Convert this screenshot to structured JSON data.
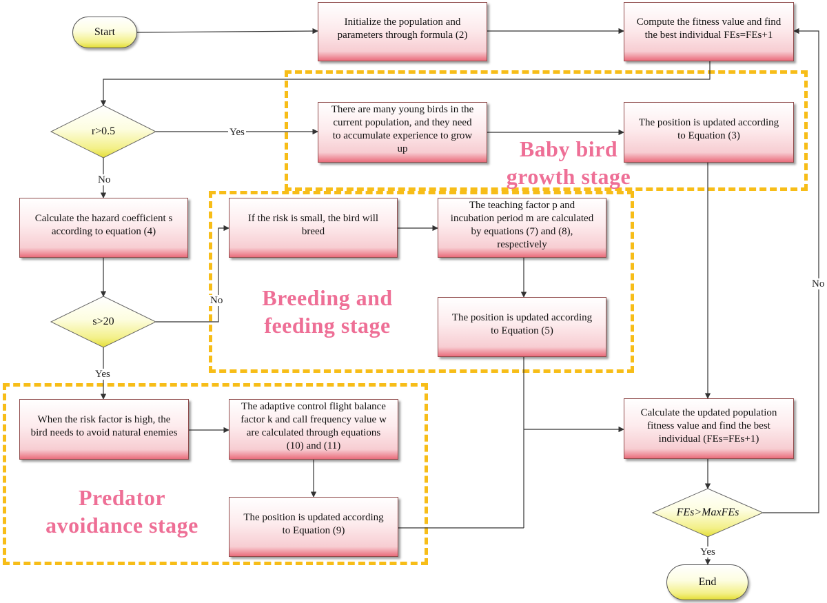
{
  "start_label": "Start",
  "end_label": "End",
  "processes": {
    "init": [
      "Initialize the population and",
      "parameters through formula (2)"
    ],
    "fitness": [
      "Compute the fitness value and find",
      "the best individual FEs=FEs+1"
    ],
    "young": [
      "There are many young birds in the",
      "current population, and they need",
      "to accumulate experience to grow",
      "up"
    ],
    "pos3": [
      "The position is updated according",
      "to Equation (3)"
    ],
    "hazard": [
      "Calculate the hazard coefficient s",
      "according to equation (4)"
    ],
    "breed": [
      "If the risk is small, the bird will",
      "breed"
    ],
    "teach": [
      "The teaching factor p and",
      "incubation period m are calculated",
      "by equations (7) and (8),",
      "respectively"
    ],
    "pos5": [
      "The position is updated according",
      "to Equation (5)"
    ],
    "avoid": [
      "When the risk factor is high, the",
      "bird needs to avoid natural enemies"
    ],
    "adaptive": [
      "The adaptive control flight balance",
      "factor k and call frequency value w",
      "are calculated through equations",
      "(10) and (11)"
    ],
    "pos9": [
      "The position is updated according",
      "to Equation (9)"
    ],
    "update_fit": [
      "Calculate the updated population",
      "fitness value and find the best",
      "individual (FEs=FEs+1)"
    ]
  },
  "decisions": {
    "r_check": "r>0.5",
    "s_check": "s>20",
    "fes_check": "FEs>MaxFEs"
  },
  "edge_labels": {
    "r_yes": "Yes",
    "r_no": "No",
    "s_no": "No",
    "s_yes": "Yes",
    "fes_no": "No",
    "fes_yes": "Yes"
  },
  "stages": {
    "baby": [
      "Baby bird",
      "growth stage"
    ],
    "breeding": [
      "Breeding and",
      "feeding stage"
    ],
    "predator": [
      "Predator",
      "avoidance stage"
    ]
  },
  "colors": {
    "stage_border": "#f7bd18",
    "stage_text": "#ee6f96",
    "process_fill": "#f7cdd2",
    "process_bottom": "#ea6d7c",
    "terminal_fill": "#f3f088",
    "line": "#333333"
  }
}
